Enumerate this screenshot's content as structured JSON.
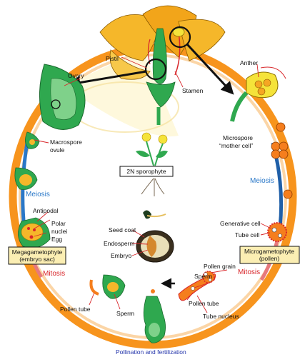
{
  "labels": {
    "pistil": "Pistil",
    "stamen": "Stamen",
    "anther": "Anther",
    "ovary": "Ovary",
    "macrospore_1": "Macrospore",
    "macrospore_2": "ovule",
    "microspore_1": "Microspore",
    "microspore_2": "“mother cell”",
    "sporophyte": "2N sporophyte",
    "meiosis_left": "Meiosis",
    "meiosis_right": "Meiosis",
    "antipodal": "Antipodal",
    "polar_1": "Polar",
    "polar_2": "nuclei",
    "egg": "Egg",
    "mega_1": "Megagametophyte",
    "mega_2": "(embryo sac)",
    "seed_coat": "Seed coat",
    "endosperm": "Endosperm",
    "embryo": "Embryo",
    "generative_cell": "Generative cell",
    "tube_cell": "Tube cell",
    "micro_1": "Microgametophyte",
    "micro_2": "(pollen)",
    "mitosis_left": "Mitosis",
    "mitosis_right": "Mitosis",
    "pollen_grain": "Pollen grain",
    "sperm_right": "Sperm",
    "pollen_tube_right": "Pollen tube",
    "tube_nucleus": "Tube nucleus",
    "pollen_tube_left": "Pollen tube",
    "sperm_left": "Sperm",
    "footer": "Pollination and fertilization"
  },
  "colors": {
    "cycle_orange": "#f7941d",
    "meiosis_blue": "#2a78c8",
    "mitosis_red": "#d8262a",
    "petal_yellow": "#f5b72a",
    "plant_green": "#2fa84f",
    "dark_green": "#1b6b2f",
    "label_box": "#fbeeb3"
  }
}
